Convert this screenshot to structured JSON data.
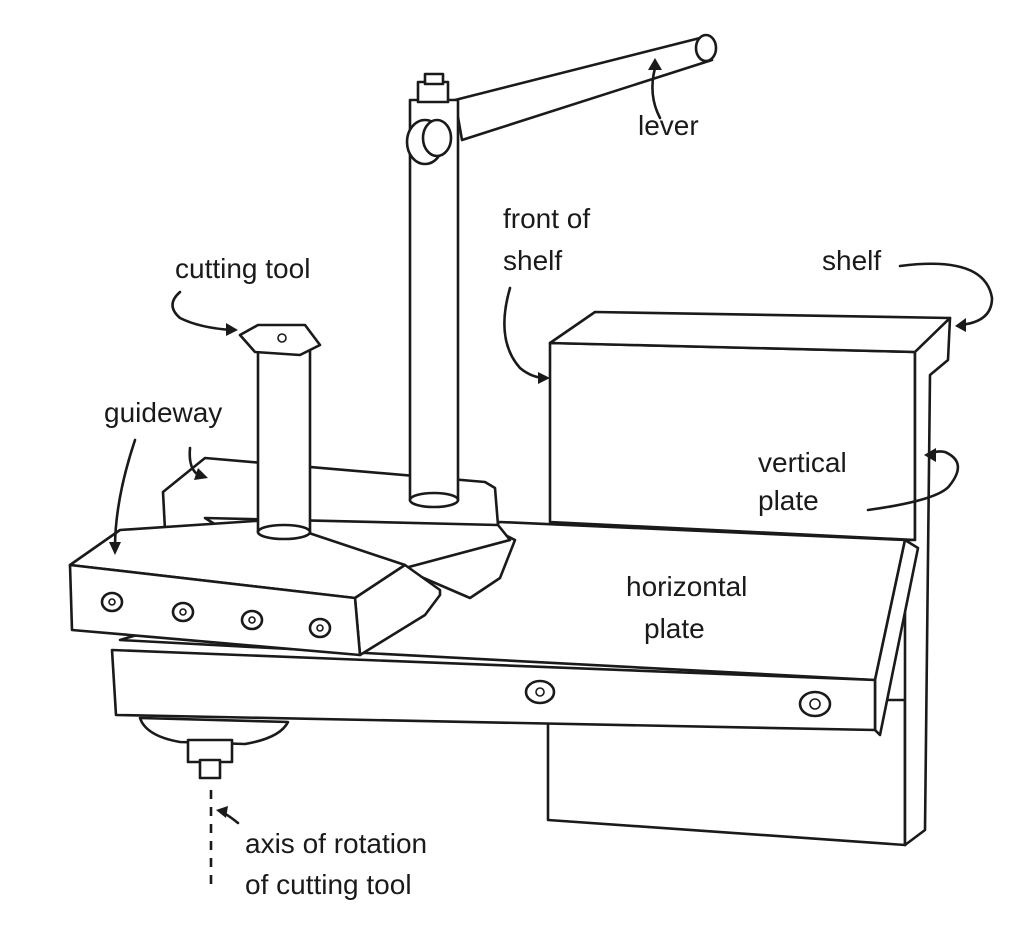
{
  "labels": {
    "lever": "lever",
    "front_of_shelf_1": "front of",
    "front_of_shelf_2": "shelf",
    "shelf": "shelf",
    "cutting_tool": "cutting tool",
    "guideway": "guideway",
    "vertical_plate_1": "vertical",
    "vertical_plate_2": "plate",
    "horizontal_plate_1": "horizontal",
    "horizontal_plate_2": "plate",
    "axis_1": "axis of rotation",
    "axis_2": "of cutting tool"
  }
}
